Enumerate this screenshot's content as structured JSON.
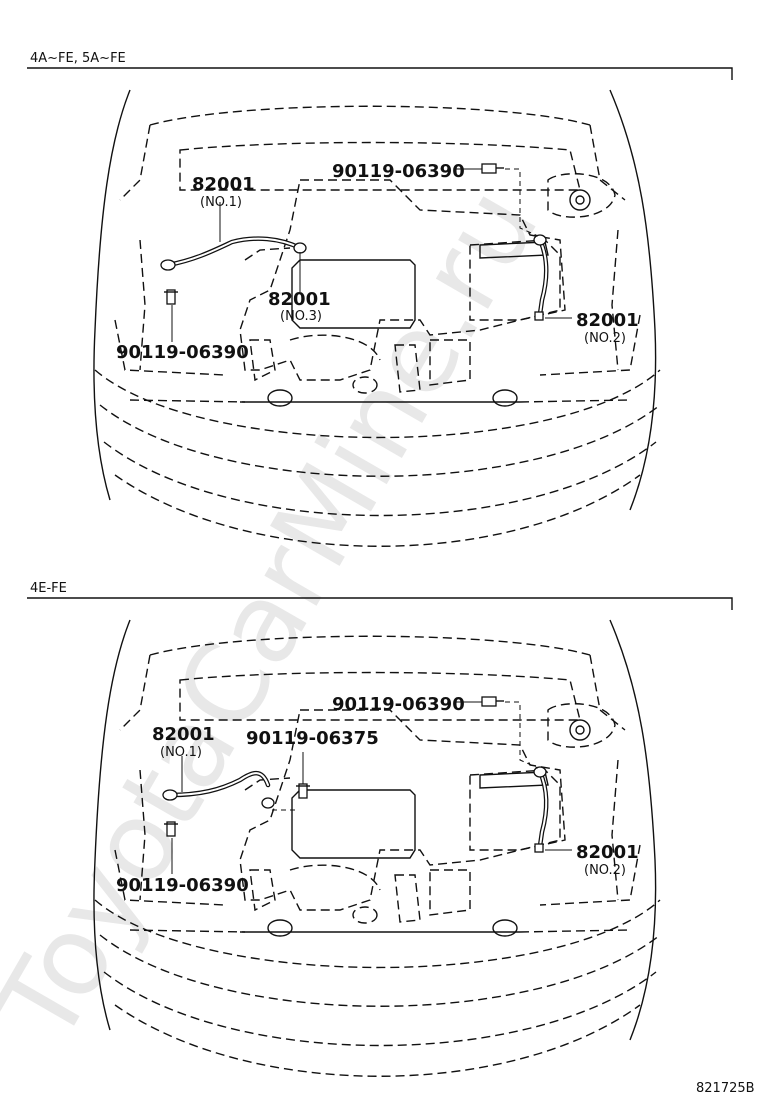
{
  "watermark": "ToyotaCarMine.ru",
  "figure_id": "821725B",
  "sections": [
    {
      "title": "4A~FE, 5A~FE",
      "labels": [
        {
          "part": "82001",
          "sub": "(NO.1)"
        },
        {
          "part": "90119-06390",
          "sub": ""
        },
        {
          "part": "82001",
          "sub": "(NO.3)"
        },
        {
          "part": "90119-06390",
          "sub": ""
        },
        {
          "part": "82001",
          "sub": "(NO.2)"
        }
      ]
    },
    {
      "title": "4E-FE",
      "labels": [
        {
          "part": "82001",
          "sub": "(NO.1)"
        },
        {
          "part": "90119-06375",
          "sub": ""
        },
        {
          "part": "90119-06390",
          "sub": ""
        },
        {
          "part": "90119-06390",
          "sub": ""
        },
        {
          "part": "82001",
          "sub": "(NO.2)"
        }
      ]
    }
  ]
}
